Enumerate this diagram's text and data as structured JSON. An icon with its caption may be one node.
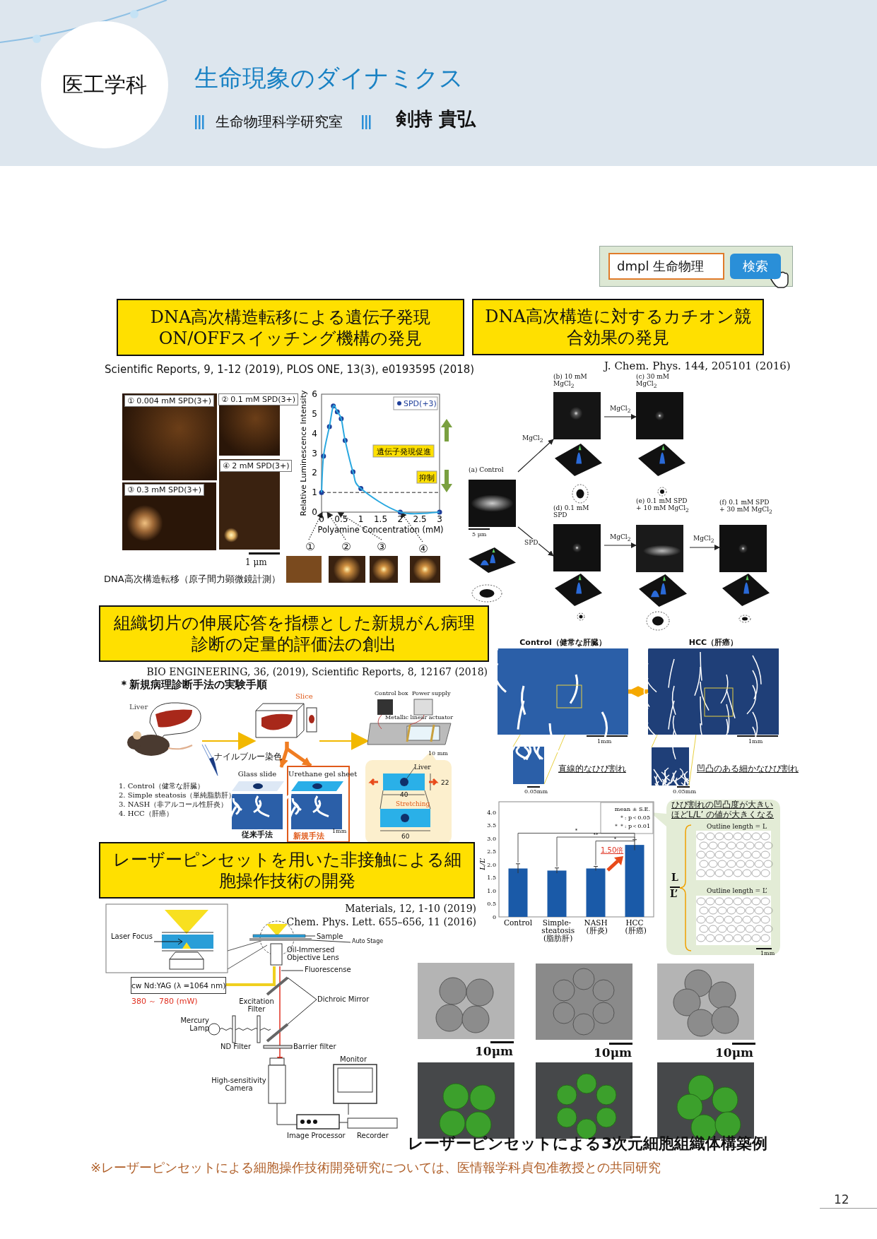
{
  "diagram": {
    "title": "生命現象のダイナミクス",
    "nodes": [
      {
        "text": [
          "医工学科"
        ]
      },
      {
        "text": [
          "DNA高次構造転移による遺伝子発現ON/OFFスイッチング機構の発見"
        ]
      },
      {
        "text": [
          "DNA高次構造に対するカチオン競合効果の発見"
        ]
      },
      {
        "text": [
          "(a) Control"
        ]
      },
      {
        "text": [
          "(b) 10 mM MgCl$_{2}$"
        ]
      },
      {
        "text": [
          "(c) 30 mM MgCl$_{2}$"
        ]
      },
      {
        "text": [
          "(d) 0.1 mM SPD"
        ]
      },
      {
        "text": [
          "(e) 0.1 mM SPD + 10 mM MgCl$_{2}$"
        ]
      },
      {
        "text": [
          "(f) 0.1 mM SPD + 30 mM MgCl$_{2}$"
        ]
      },
      {
        "text": [
          "組織切片の伸展応答を指標とした新規がん病理診断の定量的評価法の創出"
        ]
      },
      {
        "text": [],
        "shape": "picture"
      },
      {
        "text": [
          "Slice"
        ]
      },
      {
        "text": [],
        "shape": "picture"
      },
      {
        "text": [
          "Glass slide",
          "従来手法"
        ]
      },
      {
        "text": [
          "Urethane gel sheet",
          "新規手法"
        ]
      },
      {
        "text": [
          "Control（健常な肝臓）"
        ]
      },
      {
        "text": [
          "HCC（肝癌）"
        ]
      },
      {
        "text": [
          "レーザーピンセットを用いた非接触による細胞操作技術の開発"
        ]
      },
      {
        "text": [
          "①"
        ]
      },
      {
        "text": [
          "②"
        ]
      },
      {
        "text": [
          "③"
        ]
      },
      {
        "text": [
          "④"
        ]
      },
      {
        "text": [],
        "shape": "box"
      }
    ],
    "edges": [
      {
        "from": 3,
        "to": 4,
        "arrow": "to",
        "label": "MgCl$_{2}$"
      },
      {
        "from": 4,
        "to": 5,
        "arrow": "to",
        "label": "MgCl$_{2}$"
      },
      {
        "from": 3,
        "to": 6,
        "arrow": "to",
        "label": "SPD"
      },
      {
        "from": 6,
        "to": 7,
        "arrow": "to",
        "label": "MgCl$_{2}$"
      },
      {
        "from": 7,
        "to": 8,
        "arrow": "to",
        "label": "MgCl$_{2}$"
      },
      {
        "from": 10,
        "to": 11,
        "arrow": "to",
        "color": "#f2b800"
      },
      {
        "from": 11,
        "to": 12,
        "arrow": "to",
        "color": "#f2b800"
      },
      {
        "from": 11,
        "to": 13,
        "arrow": "to",
        "style": "thick",
        "color": "#f07d22"
      },
      {
        "from": 11,
        "to": 14,
        "arrow": "to",
        "style": "thick",
        "color": "#f07d22"
      },
      {
        "from": 15,
        "to": 16,
        "arrow": "both",
        "style": "thick",
        "color": "#f5a800"
      },
      {
        "from": 18,
        "to": 22,
        "arrow": "to",
        "style": "dashed"
      },
      {
        "from": 19,
        "to": 22,
        "arrow": "to",
        "style": "dashed"
      },
      {
        "from": 20,
        "to": 22,
        "arrow": "to",
        "style": "dashed"
      },
      {
        "from": 21,
        "to": 22,
        "arrow": "to",
        "style": "dashed"
      }
    ],
    "labels": [
      "生命物理科学研究室",
      "剣持 貴弘",
      "dmpl 生命物理",
      "検索",
      "Scientific Reports, 9, 1-12 (2019), PLOS ONE, 13(3), e0193595 (2018)",
      "① 0.004 mM SPD(3+)",
      "② 0.1 mM SPD(3+)",
      "④ 2 mM SPD(3+)",
      "③ 0.3 mM SPD(3+)",
      "1 μm",
      "DNA高次構造転移（原子間力顕微鏡計測）",
      "J. Chem. Phys. 144, 205101 (2016)",
      "5 μm",
      "BIO ENGINEERING, 36, (2019), Scientific Reports, 8, 12167 (2018)",
      "＊新規病理診断手法の実験手順",
      "Liver",
      "Control box",
      "Power supply",
      "Metallic linear actuator",
      "ナイルブルー染色",
      "10 mm",
      "Liver",
      "1. Control（健常な肝臓）",
      "2. Simple steatosis（単純脂肪肝）",
      "3. NASH（非アルコール性肝炎）",
      "4. HCC（肝癌）",
      "1mm",
      "22",
      "40",
      "Stretching",
      "60",
      "1mm",
      "1mm",
      "直線的なひび割れ",
      "0.05mm",
      "凹凸のある細かなひび割れ",
      "0.05mm",
      "ひび割れの凹凸度が大きいほどL/L’ の値が大きくなる",
      "Outline length = L",
      "L",
      "L’",
      "Outline length = L’",
      "1mm",
      "Materials, 12, 1-10 (2019)",
      "Chem. Phys. Lett. 655–656, 11 (2016)",
      "Laser Focus",
      "Sample",
      "Auto Stage",
      "Oil-Immersed Objective Lens",
      "Fluorescense",
      "cw Nd:YAG (λ =1064 nm)",
      "380 ～ 780 (mW)",
      "Dichroic Mirror",
      "Excitation Filter",
      "Mercury Lamp",
      "ND Filter",
      "Barrier filter",
      "Monitor",
      "High-sensitivity Camera",
      "Image Processor",
      "Recorder",
      "10μm",
      "10μm",
      "10μm",
      "レーザーピンセットによる3次元細胞組織体構築例",
      "※レーザーピンセットによる細胞操作技術開発研究については、医情報学科貞包准教授との共同研究",
      "12"
    ],
    "chart_data": [
      {
        "type": "scatter",
        "xlabel": "Polyamine Concentration (mM)",
        "ylabel": "Relative Luminescence Intensity",
        "x": [
          0,
          0.05,
          0.2,
          0.3,
          0.4,
          0.5,
          0.6,
          0.8,
          1,
          2,
          3
        ],
        "series": [
          {
            "name": "SPD(+3)",
            "color": "#1f3f9a",
            "values": [
              1,
              2.85,
              4.35,
              5.4,
              5.1,
              4.75,
              3.65,
              2.05,
              1.2,
              0,
              0
            ]
          }
        ],
        "xlim": [
          0,
          3
        ],
        "ylim": [
          0,
          6
        ],
        "xticks": [
          0,
          0.5,
          1,
          1.5,
          2,
          2.5,
          3
        ],
        "yticks": [
          0,
          1,
          2,
          3,
          4,
          5,
          6
        ],
        "annotations": [
          "遺伝子発現促進",
          "抑制"
        ]
      },
      {
        "type": "bar",
        "ylabel": "L/L’",
        "categories": [
          "Control",
          "Simple- steatosis (脂肪肝)",
          "NASH (肝炎)",
          "HCC (肝癌)"
        ],
        "values": [
          1.85,
          1.77,
          1.85,
          2.75
        ],
        "ylim": [
          0,
          4.4
        ],
        "yticks": [
          0,
          0.5,
          {
            "value": 1,
            "label": "1.0"
          },
          1.5,
          {
            "value": 2,
            "label": "2.0"
          },
          2.5,
          {
            "value": 3,
            "label": "3.0"
          },
          3.5,
          {
            "value": 4,
            "label": "4.0"
          }
        ],
        "annotations": [
          "mean ± S.E.",
          "＊: p＜0.05",
          "＊＊: p＜0.01",
          "*",
          "**",
          "*",
          "1.50倍"
        ]
      }
    ]
  }
}
